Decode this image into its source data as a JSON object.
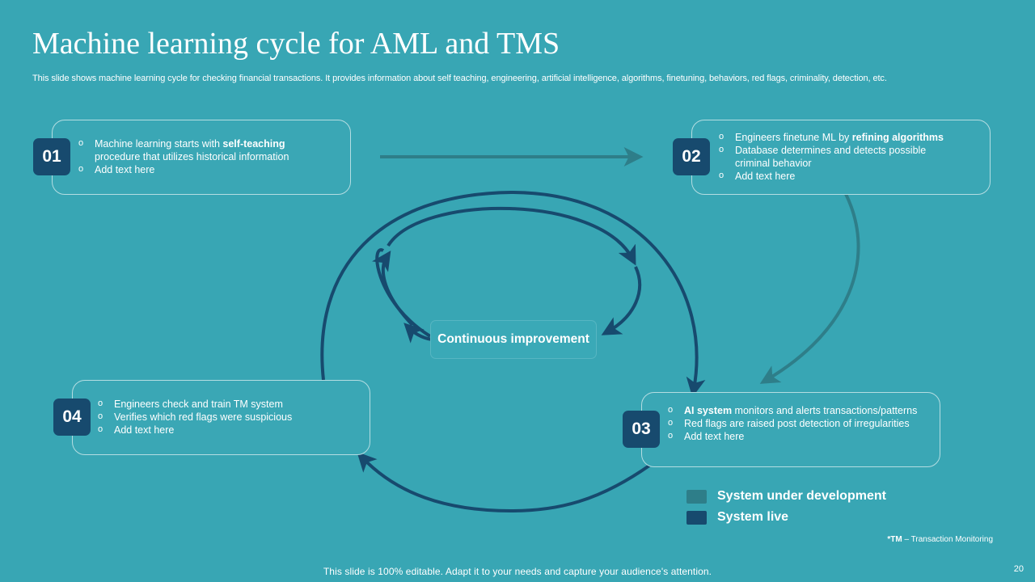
{
  "header": {
    "title": "Machine learning cycle for AML and TMS",
    "subtitle": "This slide shows machine learning cycle for checking financial transactions. It provides information about self teaching, engineering, artificial intelligence, algorithms, finetuning, behaviors, red flags, criminality, detection, etc."
  },
  "steps": [
    {
      "number": "01",
      "bullets": [
        {
          "text_before": "Machine learning starts with ",
          "bold": "self-teaching",
          "text_after": " procedure that utilizes historical information"
        },
        {
          "text_before": "Add text here",
          "bold": "",
          "text_after": ""
        }
      ]
    },
    {
      "number": "02",
      "bullets": [
        {
          "text_before": "Engineers finetune ML by ",
          "bold": "refining algorithms",
          "text_after": ""
        },
        {
          "text_before": "Database determines and detects possible criminal behavior",
          "bold": "",
          "text_after": ""
        },
        {
          "text_before": "Add text here",
          "bold": "",
          "text_after": ""
        }
      ]
    },
    {
      "number": "03",
      "bullets": [
        {
          "text_before": "",
          "bold": "AI system",
          "text_after": " monitors and alerts transactions/patterns"
        },
        {
          "text_before": "Red flags are raised post detection of irregularities",
          "bold": "",
          "text_after": ""
        },
        {
          "text_before": "Add text here",
          "bold": "",
          "text_after": ""
        }
      ]
    },
    {
      "number": "04",
      "bullets": [
        {
          "text_before": "Engineers check and train TM system",
          "bold": "",
          "text_after": ""
        },
        {
          "text_before": "Verifies which red flags were suspicious",
          "bold": "",
          "text_after": ""
        },
        {
          "text_before": "Add text here",
          "bold": "",
          "text_after": ""
        }
      ]
    }
  ],
  "center": {
    "label": "Continuous improvement"
  },
  "legend": [
    {
      "label": "System under development",
      "color": "#2e7e89"
    },
    {
      "label": "System live",
      "color": "#174a6e"
    }
  ],
  "colors": {
    "background": "#38a6b4",
    "badge": "#174a6e",
    "development_arrow": "#2e7e89",
    "live_arrow": "#174a6e"
  },
  "footnote": {
    "bold": "*TM",
    "text": " – Transaction Monitoring"
  },
  "footer": {
    "text": "This slide is 100% editable. Adapt it to your needs and capture your audience's attention."
  },
  "page_number": "20"
}
